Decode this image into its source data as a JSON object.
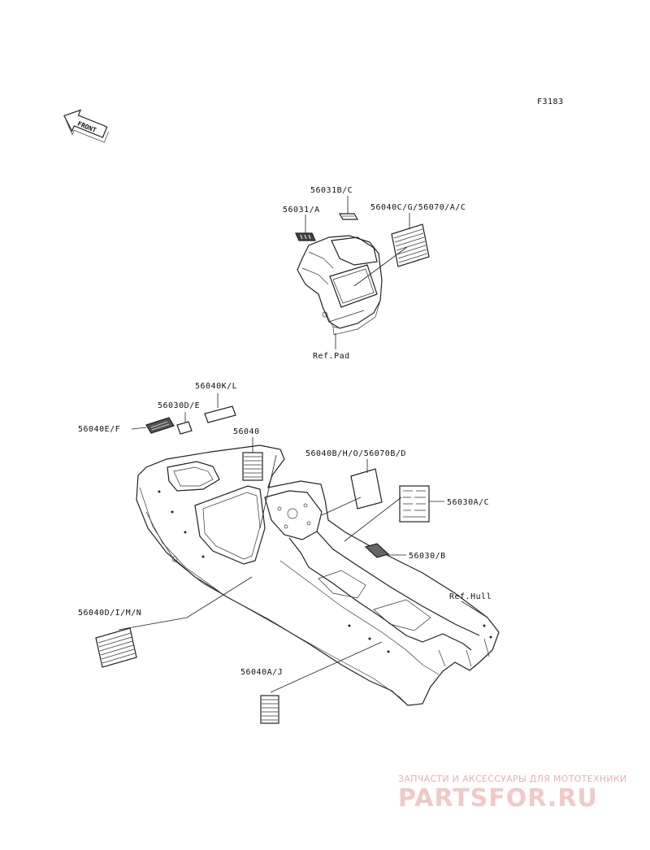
{
  "figure_code": "F3183",
  "front_arrow_text": "FRONT",
  "labels": {
    "p56031bc": "56031B/C",
    "p56031a": "56031/A",
    "p56040cg": "56040C/G/56070/A/C",
    "ref_pad": "Ref.Pad",
    "p56040kl": "56040K/L",
    "p56030de": "56030D/E",
    "p56040ef": "56040E/F",
    "p56040": "56040",
    "p56040bho": "56040B/H/O/56070B/D",
    "p56030ac": "56030A/C",
    "p56030b": "56030/B",
    "ref_hull": "Ref.Hull",
    "p56040dimn": "56040D/I/M/N",
    "p56040aj": "56040A/J"
  },
  "watermark": {
    "tagline": "ЗАПЧАСТИ И АКСЕССУАРЫ ДЛЯ МОТОТЕХНИКИ",
    "brand": "PARTSFOR.RU"
  }
}
